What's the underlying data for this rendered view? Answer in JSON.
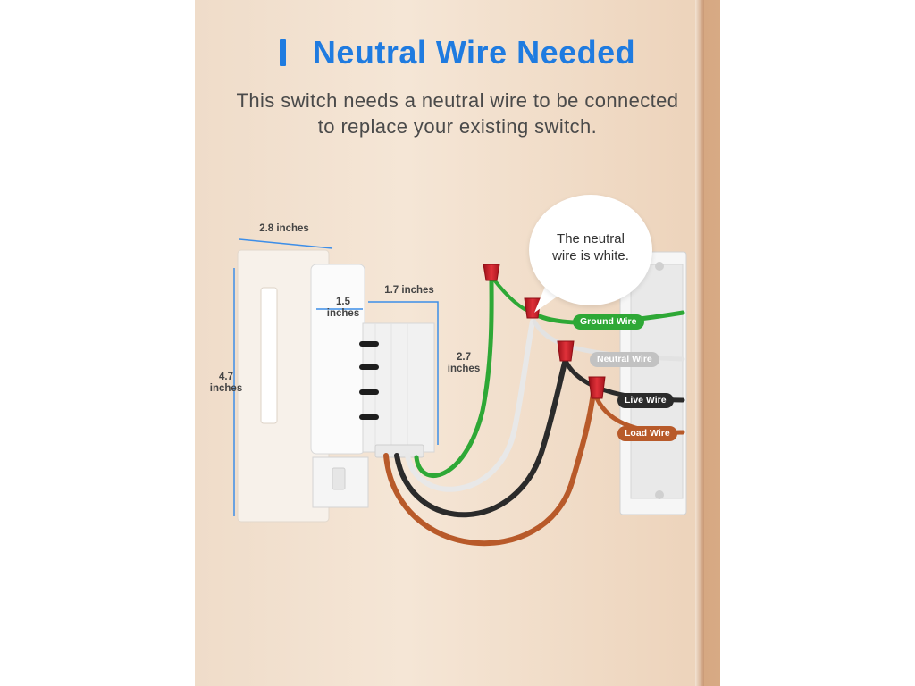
{
  "title": "Neutral Wire Needed",
  "subtitle": {
    "line1": "This switch needs a neutral wire to be connected",
    "line2": "to replace your existing switch."
  },
  "callout": {
    "line1": "The neutral",
    "line2": "wire is white."
  },
  "dimensions": {
    "plate_width": "2.8 inches",
    "plate_height_value": "4.7",
    "plate_height_unit": "inches",
    "body_width_value": "1.5",
    "body_width_unit": "inches",
    "body_depth": "1.7 inches",
    "body_height_value": "2.7",
    "body_height_unit": "inches"
  },
  "wire_labels": {
    "ground": "Ground Wire",
    "neutral": "Neutral Wire",
    "live": "Live Wire",
    "load": "Load Wire"
  },
  "colors": {
    "title": "#1f7be0",
    "ground": "#2ea836",
    "neutral": "#bdbdbd",
    "live": "#2b2b2b",
    "load": "#b85a2a",
    "wire_nut": "#c8202a",
    "dimension_line": "#3d8ee8"
  },
  "icons": {
    "title_marker": "vertical-bar",
    "wire_nut": "wire-nut-icon"
  }
}
